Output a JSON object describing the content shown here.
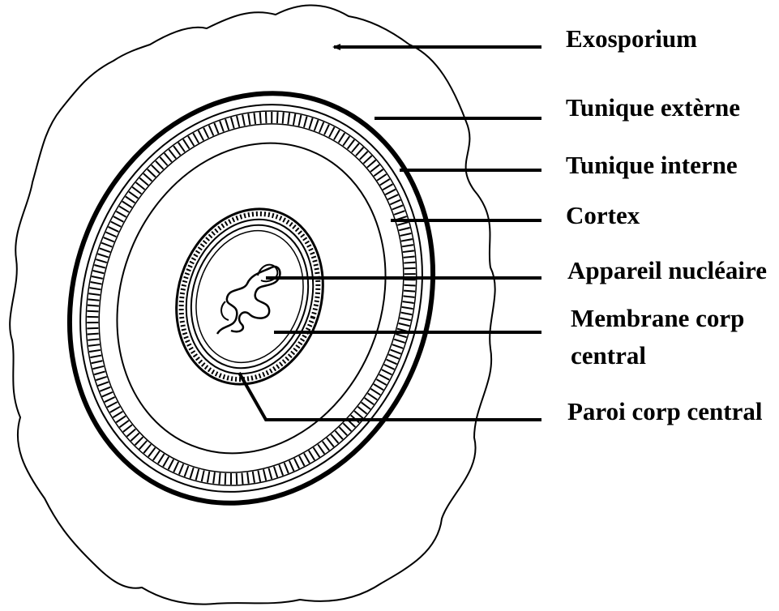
{
  "labels": {
    "exosporium": "Exosporium",
    "tunique_externe": "Tunique extèrne",
    "tunique_interne": "Tunique interne",
    "cortex": "Cortex",
    "appareil_nucleaire": "Appareil nucléaire",
    "membrane_line1": "Membrane corp",
    "membrane_line2": "central",
    "paroi": "Paroi corp central"
  },
  "colors": {
    "ink": "#000000",
    "background": "#ffffff"
  }
}
